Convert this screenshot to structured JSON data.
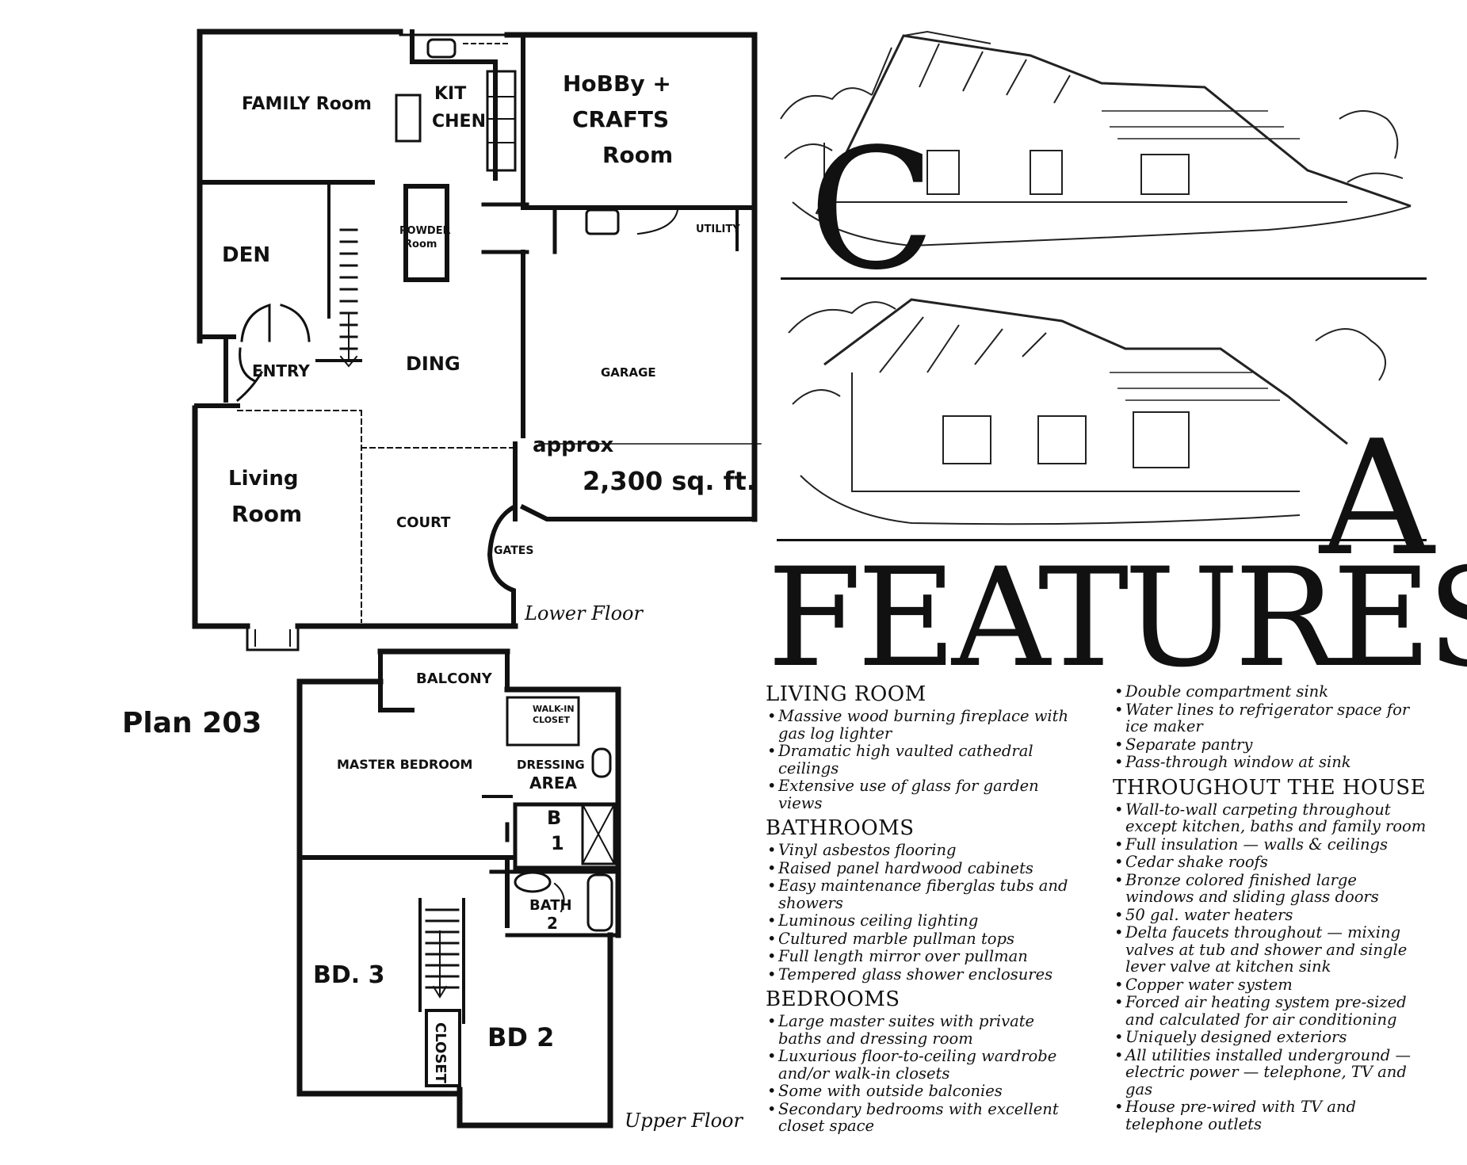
{
  "plan_label": "Plan 203",
  "lower_floor": {
    "caption": "Lower Floor",
    "rooms": {
      "family_room": "FAMILY Room",
      "kitchen_line1": "KIT",
      "kitchen_line2": "CHEN",
      "hobby_line1": "HoBBy +",
      "hobby_line2": "CRAFTS",
      "hobby_line3": "Room",
      "den": "DEN",
      "powder_line1": "POWDER",
      "powder_line2": "Room",
      "utility": "UTILITY",
      "entry": "ENTRY",
      "dining": "DING",
      "garage": "GARAGE",
      "living_line1": "Living",
      "living_line2": "Room",
      "court": "COURT",
      "gates": "GATES"
    },
    "area_line1": "approx",
    "area_line2": "2,300 sq. ft."
  },
  "upper_floor": {
    "caption": "Upper Floor",
    "rooms": {
      "balcony": "BALCONY",
      "walkin_line1": "WALK-IN",
      "walkin_line2": "CLOSET",
      "master": "MASTER BEDROOM",
      "dressing_line1": "DRESSING",
      "dressing_line2": "AREA",
      "bath1_line1": "B",
      "bath1_line2": "1",
      "bath2_line1": "BATH",
      "bath2_line2": "2",
      "bd3": "BD. 3",
      "bd2": "BD 2",
      "closet": "CLOSET"
    }
  },
  "decor": {
    "initial_top": "C",
    "initial_bottom": "A"
  },
  "features_title": "FEATURES",
  "features": {
    "left_column": [
      {
        "heading": "LIVING ROOM",
        "items": [
          "Massive wood burning fireplace with gas log lighter",
          "Dramatic high vaulted cathedral ceilings",
          "Extensive use of glass for garden views"
        ]
      },
      {
        "heading": "BATHROOMS",
        "items": [
          "Vinyl asbestos flooring",
          "Raised panel hardwood cabinets",
          "Easy maintenance fiberglas tubs and showers",
          "Luminous ceiling lighting",
          "Cultured marble pullman tops",
          "Full length mirror over pullman",
          "Tempered glass shower enclosures"
        ]
      },
      {
        "heading": "BEDROOMS",
        "items": [
          "Large master suites with private baths and dressing room",
          "Luxurious floor-to-ceiling wardrobe and/or walk-in closets",
          "Some with outside balconies",
          "Secondary bedrooms with excellent closet space"
        ]
      }
    ],
    "right_column": [
      {
        "heading": "",
        "items": [
          "Double compartment sink",
          "Water lines to refrigerator space for ice maker",
          "Separate pantry",
          "Pass-through window at sink"
        ]
      },
      {
        "heading": "THROUGHOUT THE HOUSE",
        "items": [
          "Wall-to-wall carpeting throughout except kitchen, baths and family room",
          "Full insulation — walls & ceilings",
          "Cedar shake roofs",
          "Bronze colored finished large windows and sliding glass doors",
          "50 gal. water heaters",
          "Delta faucets throughout — mixing valves at tub and shower and single lever valve at kitchen sink",
          "Copper water system",
          "Forced air heating system pre-sized and calculated for air conditioning",
          "Uniquely designed exteriors",
          "All utilities installed underground — electric power — telephone, TV and gas",
          "House pre-wired with TV and telephone outlets"
        ]
      }
    ]
  }
}
